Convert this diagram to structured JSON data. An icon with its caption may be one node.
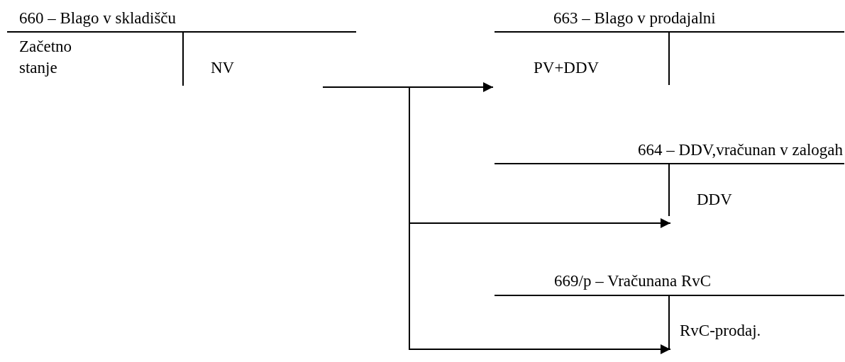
{
  "diagram": {
    "nodes": [
      {
        "text": [
          "660 – Blago v skladišču",
          "Začetno stanje",
          "NV"
        ]
      },
      {
        "text": [
          "663 – Blago v prodajalni",
          "PV+DDV"
        ]
      },
      {
        "text": [
          "664 – DDV,vračunan v zalogah",
          "DDV"
        ]
      },
      {
        "text": [
          "669/p – Vračunana RvC",
          "RvC-prodaj."
        ]
      }
    ],
    "edges": [
      {
        "from": 0,
        "to": 1,
        "arrow": "to"
      },
      {
        "from": 0,
        "to": 2,
        "arrow": "to"
      },
      {
        "from": 0,
        "to": 3,
        "arrow": "to"
      }
    ]
  }
}
